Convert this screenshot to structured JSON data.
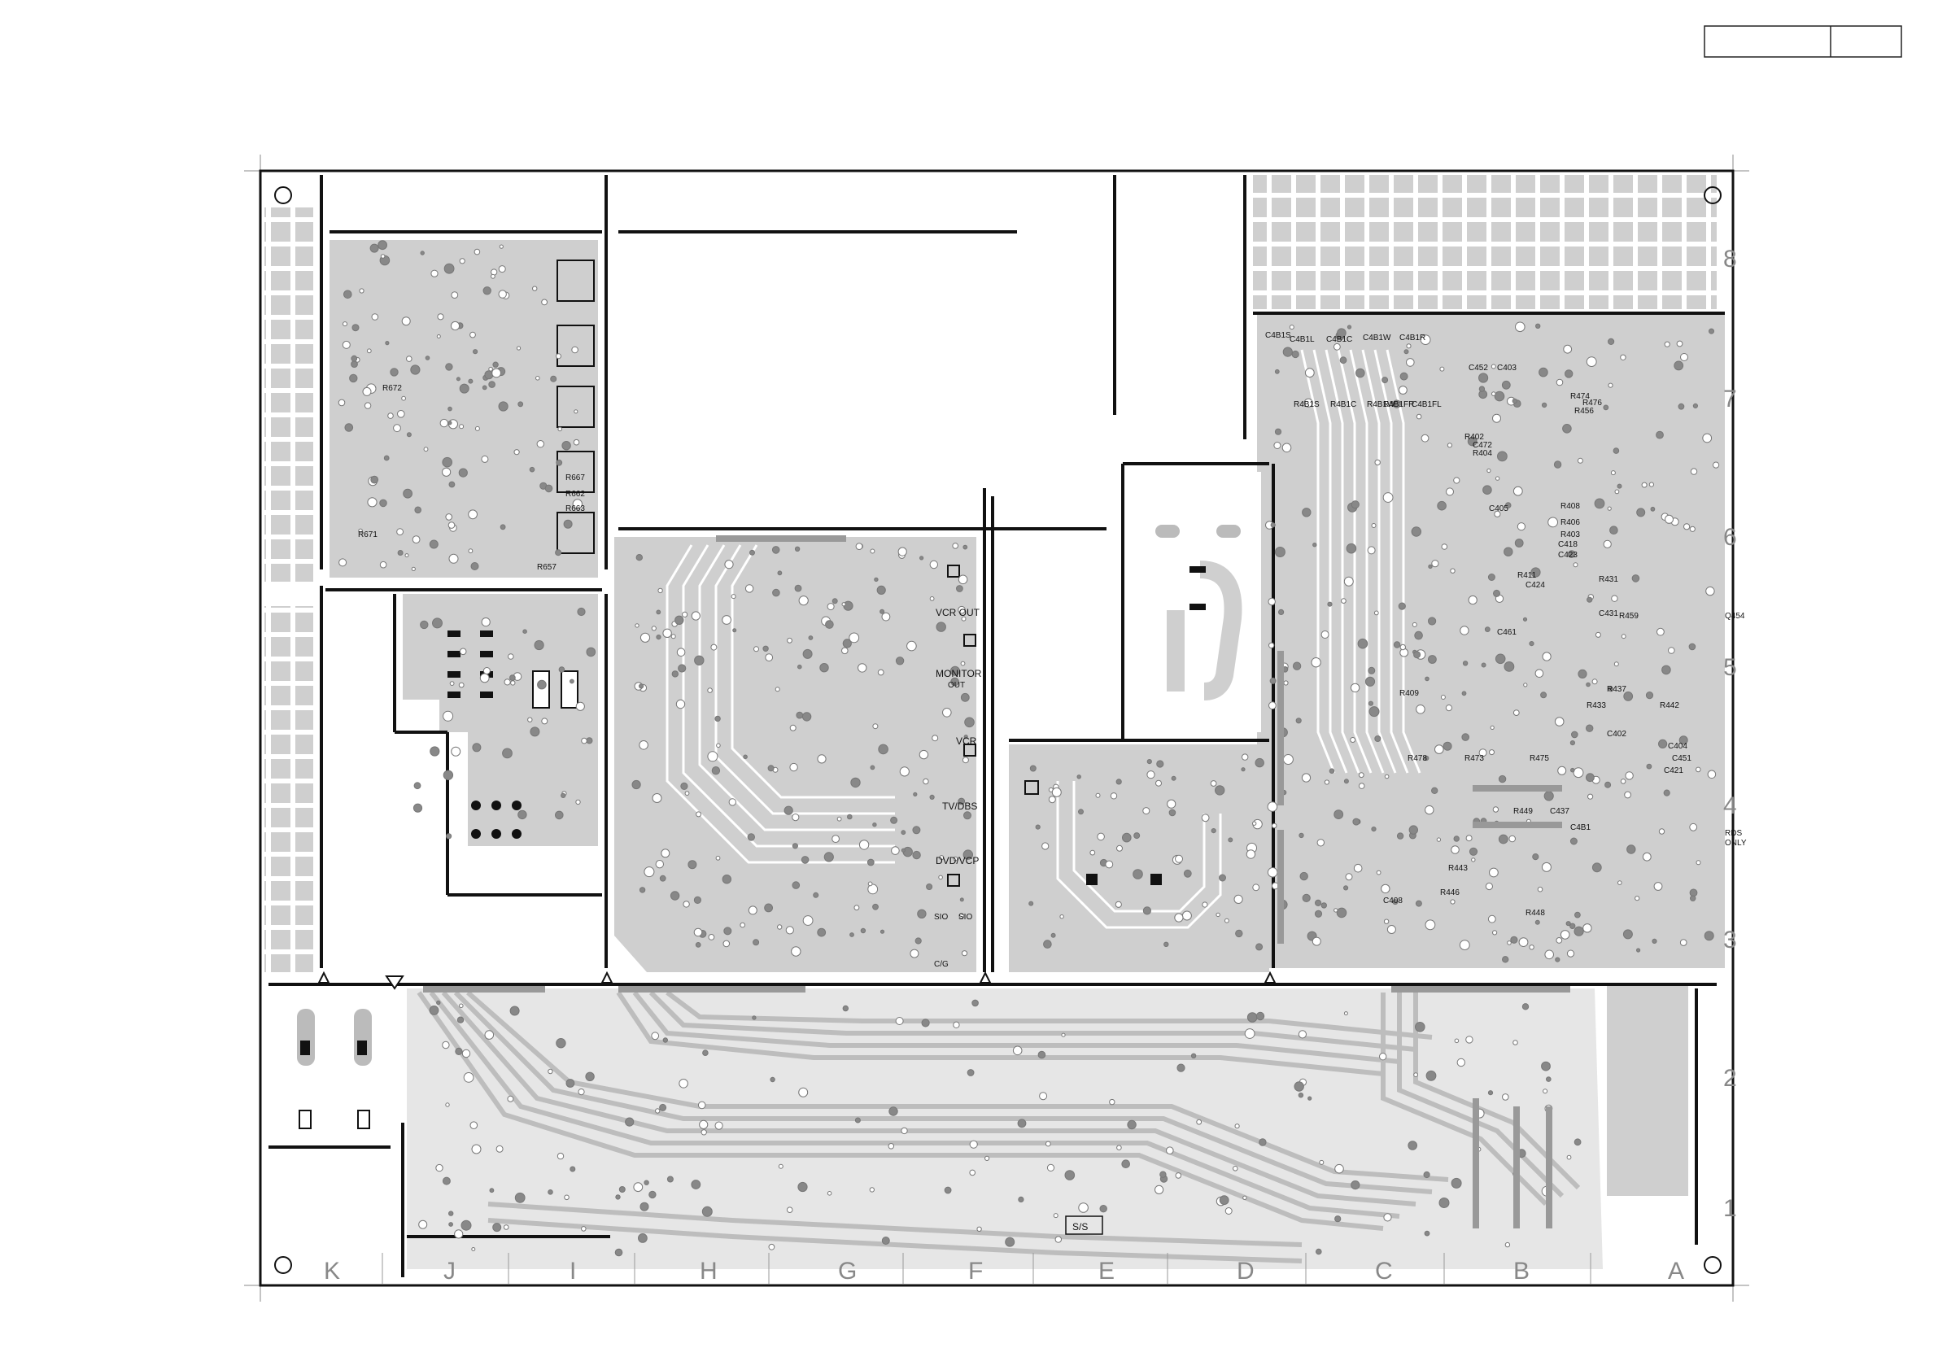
{
  "title_block": {
    "left": "",
    "right": ""
  },
  "grid_letters": [
    "K",
    "J",
    "I",
    "H",
    "G",
    "F",
    "E",
    "D",
    "C",
    "B",
    "A"
  ],
  "grid_numbers": [
    "8",
    "7",
    "6",
    "5",
    "4",
    "3",
    "2",
    "1"
  ],
  "connector_labels": [
    "VCR OUT",
    "MONITOR",
    "OUT",
    "VCR",
    "TV/DBS",
    "DVD/VCP",
    "S/S"
  ],
  "small_labels": [
    "C/G",
    "SIO",
    "SIO",
    "RDS",
    "ONLY"
  ],
  "ref_labels_top_left": [
    "R672",
    "R671",
    "R663",
    "R662",
    "R657",
    "R667"
  ],
  "ref_labels_right": [
    "C4B1S",
    "C4B1L",
    "C4B1C",
    "C4B1W",
    "C4B1R",
    "C4B1FL",
    "R4B1S",
    "R4B1C",
    "R4B1W",
    "R4B1FR",
    "C452",
    "C403",
    "R474",
    "R456",
    "R476",
    "C472",
    "R404",
    "R402",
    "C405",
    "R408",
    "R406",
    "R403",
    "C418",
    "C423",
    "R411",
    "C424",
    "C461",
    "R431",
    "C431",
    "R459",
    "R409",
    "R478",
    "R473",
    "R475",
    "R433",
    "R437",
    "R442",
    "R443",
    "R446",
    "R448",
    "R449",
    "C437",
    "C4B1",
    "C408",
    "C402",
    "C404",
    "C421",
    "C451",
    "Q454"
  ]
}
